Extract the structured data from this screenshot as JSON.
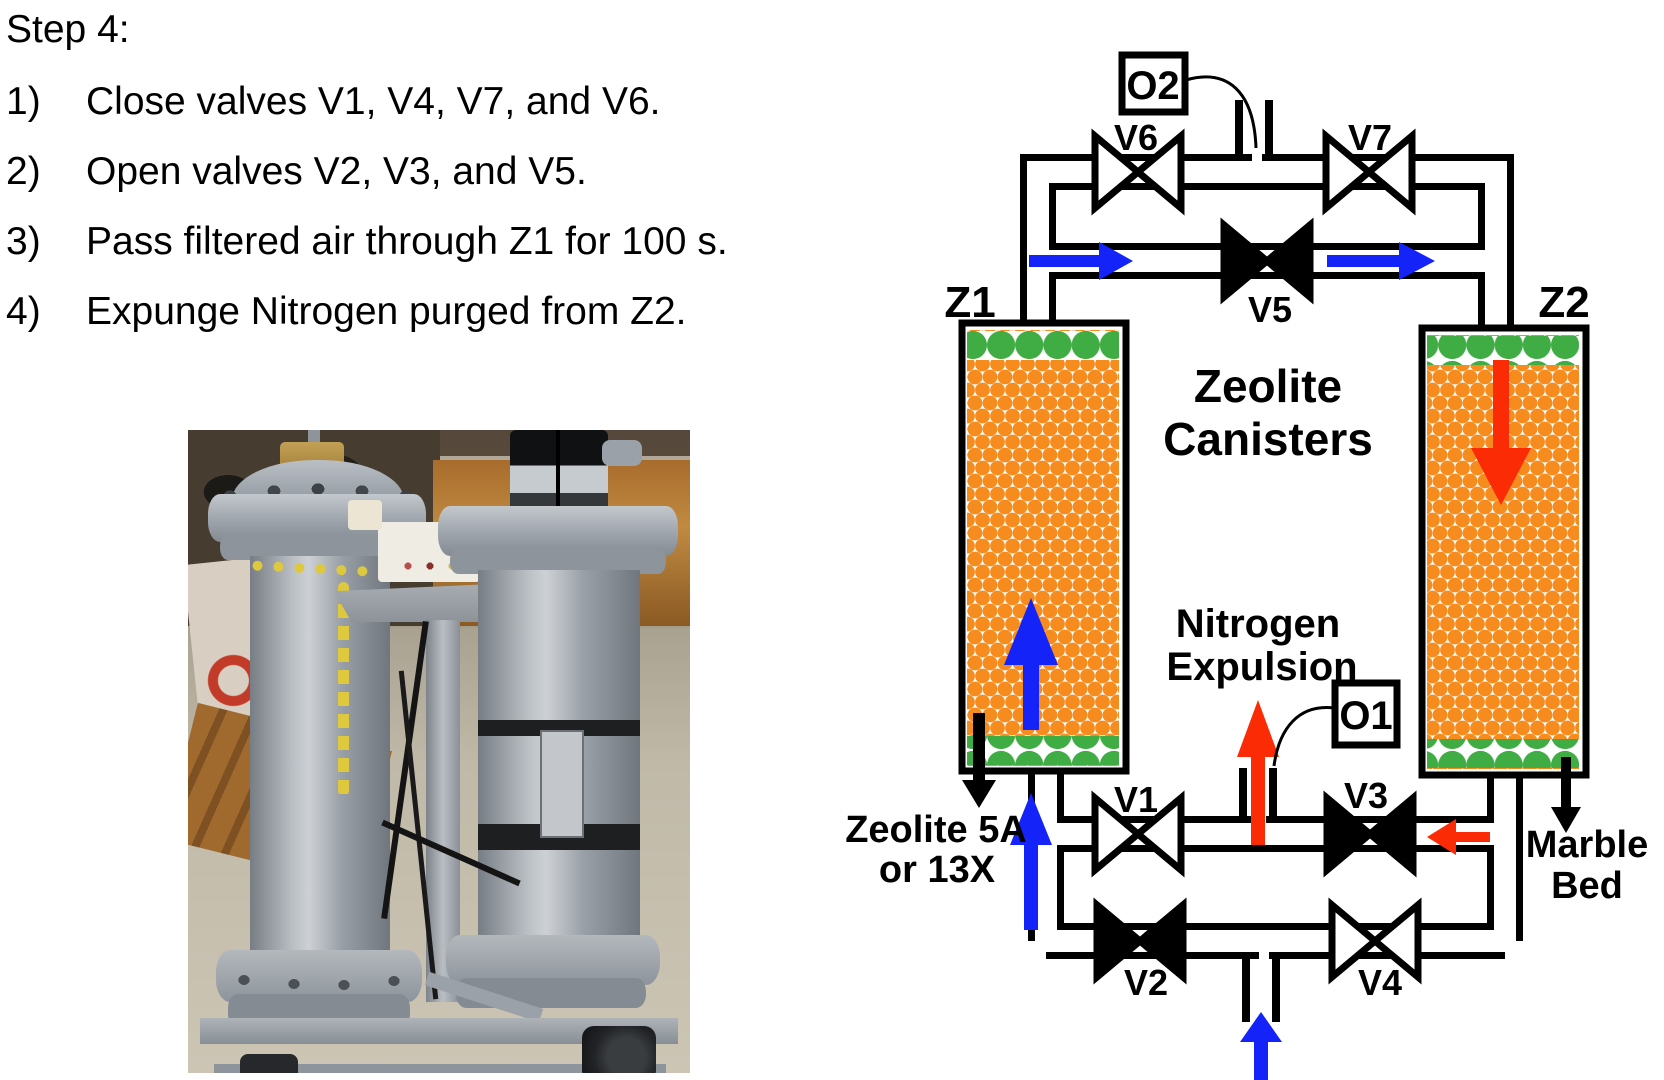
{
  "instructions": {
    "title": "Step 4:",
    "items": [
      {
        "num": "1)",
        "text": "Close valves V1, V4, V7, and V6."
      },
      {
        "num": "2)",
        "text": "Open valves V2, V3, and V5."
      },
      {
        "num": "3)",
        "text": "Pass filtered air through Z1 for 100 s."
      },
      {
        "num": "4)",
        "text": "Expunge Nitrogen purged from Z2."
      }
    ]
  },
  "diagram": {
    "title": {
      "line1": "Zeolite",
      "line2": "Canisters"
    },
    "canisters": {
      "Z1": {
        "label": "Z1"
      },
      "Z2": {
        "label": "Z2"
      }
    },
    "valves": {
      "V1": {
        "label": "V1",
        "state": "open",
        "fill": "#ffffff"
      },
      "V2": {
        "label": "V2",
        "state": "closed",
        "fill": "#000000"
      },
      "V3": {
        "label": "V3",
        "state": "closed",
        "fill": "#000000"
      },
      "V4": {
        "label": "V4",
        "state": "open",
        "fill": "#ffffff"
      },
      "V5": {
        "label": "V5",
        "state": "closed",
        "fill": "#000000"
      },
      "V6": {
        "label": "V6",
        "state": "open",
        "fill": "#ffffff"
      },
      "V7": {
        "label": "V7",
        "state": "open",
        "fill": "#ffffff"
      }
    },
    "sensors": {
      "O1": {
        "label": "O1"
      },
      "O2": {
        "label": "O2"
      }
    },
    "annotations": {
      "nitrogen": {
        "line1": "Nitrogen",
        "line2": "Expulsion"
      },
      "zeolite": {
        "line1": "Zeolite 5A",
        "line2": "or 13X"
      },
      "marble": {
        "line1": "Marble",
        "line2": "Bed"
      }
    },
    "colors": {
      "flow_blue": "#1423f8",
      "flow_red": "#fb2b05",
      "beads_orange": "#f68c1e",
      "beads_green": "#3fad43",
      "line_black": "#000000"
    }
  }
}
